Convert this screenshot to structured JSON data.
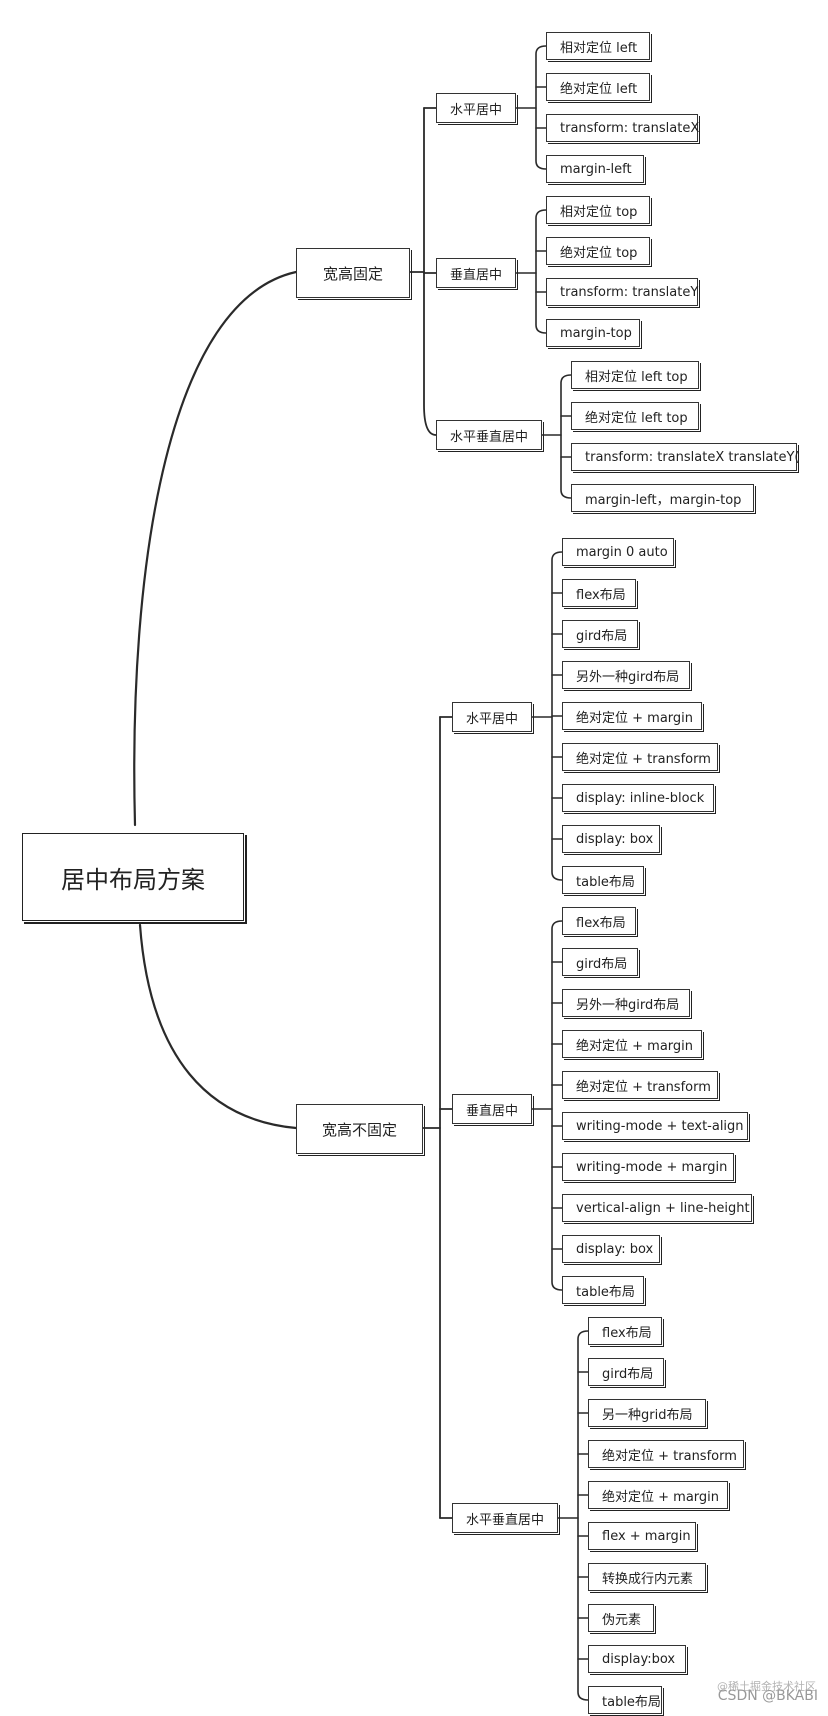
{
  "root": "居中布局方案",
  "groups": [
    {
      "label": "宽高固定",
      "children": [
        {
          "label": "水平居中",
          "items": [
            "相对定位 left",
            "绝对定位 left",
            "transform: translateX",
            "margin-left"
          ]
        },
        {
          "label": "垂直居中",
          "items": [
            "相对定位 top",
            "绝对定位 top",
            "transform: translateY",
            "margin-top"
          ]
        },
        {
          "label": "水平垂直居中",
          "items": [
            "相对定位 left top",
            "绝对定位 left top",
            "transform: translateX translateY(",
            "margin-left，margin-top"
          ]
        }
      ]
    },
    {
      "label": "宽高不固定",
      "children": [
        {
          "label": "水平居中",
          "items": [
            "margin 0 auto",
            "flex布局",
            "gird布局",
            "另外一种gird布局",
            "绝对定位 + margin",
            "绝对定位 + transform",
            "display: inline-block",
            "display: box",
            "table布局"
          ]
        },
        {
          "label": "垂直居中",
          "items": [
            "flex布局",
            "gird布局",
            "另外一种gird布局",
            "绝对定位 + margin",
            "绝对定位 + transform",
            "writing-mode + text-align",
            "writing-mode + margin",
            "vertical-align + line-height",
            "display: box",
            "table布局"
          ]
        },
        {
          "label": "水平垂直居中",
          "items": [
            "flex布局",
            "gird布局",
            "另一种grid布局",
            "绝对定位 + transform",
            "绝对定位 + margin",
            "flex + margin",
            "转换成行内元素",
            "伪元素",
            "display:box",
            "table布局"
          ]
        }
      ]
    }
  ],
  "watermark": "CSDN @BKABI",
  "watermark_faint": "@稀土掘金技术社区"
}
